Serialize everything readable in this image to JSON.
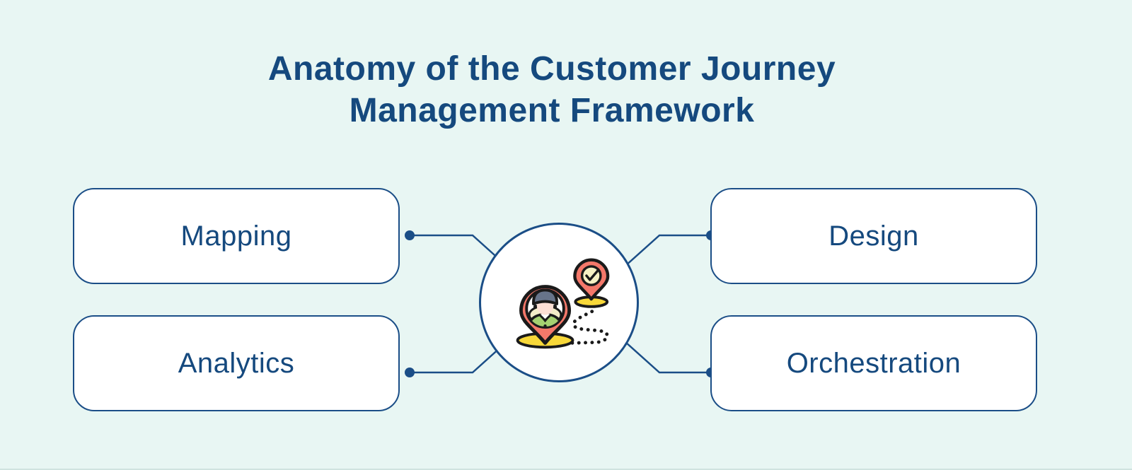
{
  "title": {
    "line1": "Anatomy of the Customer Journey",
    "line2": "Management Framework"
  },
  "diagram": {
    "nodes": [
      {
        "id": "mapping",
        "label": "Mapping"
      },
      {
        "id": "design",
        "label": "Design"
      },
      {
        "id": "analytics",
        "label": "Analytics"
      },
      {
        "id": "orchestration",
        "label": "Orchestration"
      }
    ],
    "center_icon": "customer-journey-map-pins-icon"
  },
  "colors": {
    "background": "#e8f6f3",
    "navy_text": "#15497e",
    "box_border": "#1b4e87",
    "box_fill": "#ffffff",
    "connector": "#1b4e87",
    "pin_salmon": "#f4786a",
    "base_yellow": "#f8d839",
    "shirt_green": "#a5d171",
    "hat_gray": "#67748a",
    "face_skin": "#fbdfd5",
    "collar_cream": "#f3ecc8",
    "check_bg": "#f6f1c4",
    "outline_black": "#1a1a1a"
  }
}
